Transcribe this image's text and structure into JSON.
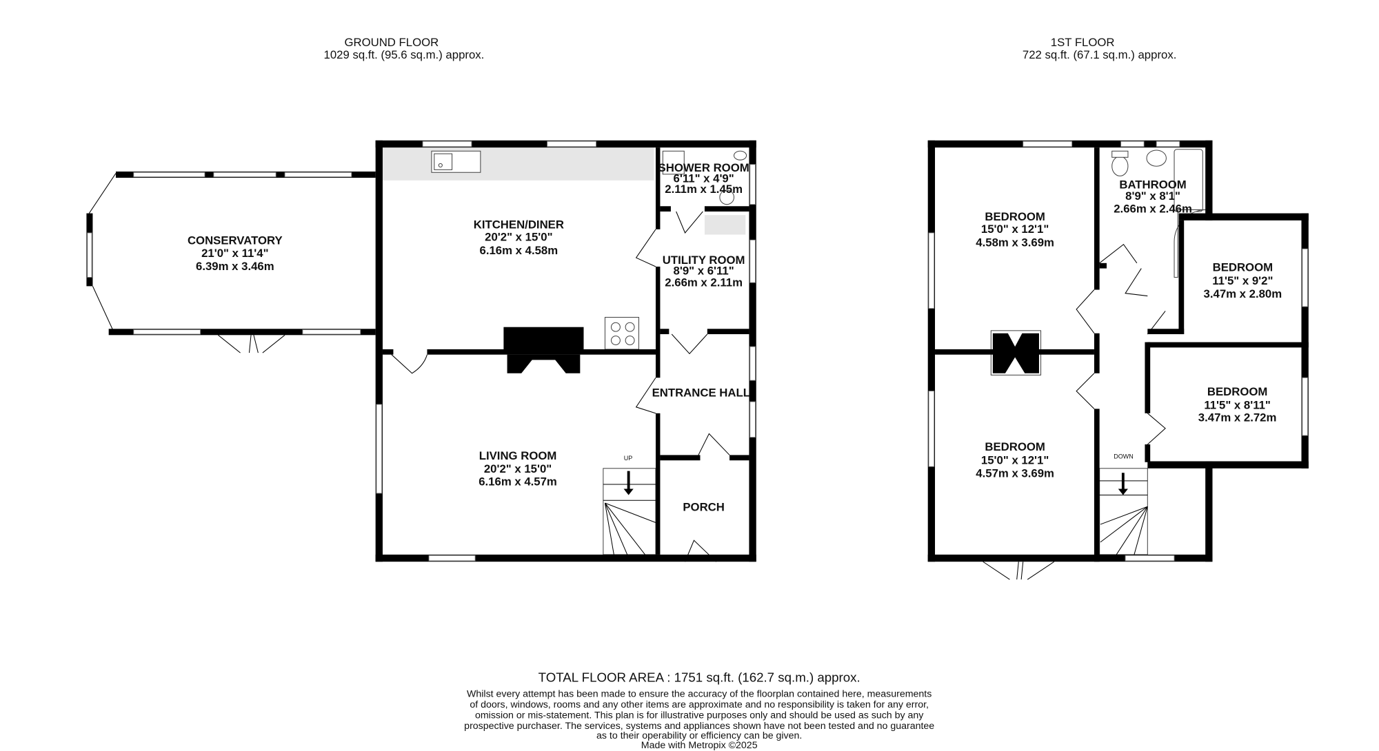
{
  "ground_floor": {
    "title": "GROUND FLOOR",
    "area": "1029 sq.ft. (95.6 sq.m.) approx.",
    "stairs_label": "UP",
    "rooms": [
      {
        "name": "CONSERVATORY",
        "imperial": "21'0\"  x 11'4\"",
        "metric": "6.39m  x 3.46m"
      },
      {
        "name": "KITCHEN/DINER",
        "imperial": "20'2\"  x 15'0\"",
        "metric": "6.16m  x 4.58m"
      },
      {
        "name": "SHOWER ROOM",
        "imperial": "6'11\"  x 4'9\"",
        "metric": "2.11m  x 1.45m"
      },
      {
        "name": "UTILITY ROOM",
        "imperial": "8'9\"  x 6'11\"",
        "metric": "2.66m  x 2.11m"
      },
      {
        "name": "ENTRANCE HALL"
      },
      {
        "name": "LIVING ROOM",
        "imperial": "20'2\"  x 15'0\"",
        "metric": "6.16m  x 4.57m"
      },
      {
        "name": "PORCH"
      }
    ]
  },
  "first_floor": {
    "title": "1ST FLOOR",
    "area": "722 sq.ft. (67.1 sq.m.) approx.",
    "stairs_label": "DOWN",
    "rooms": [
      {
        "name": "BEDROOM",
        "imperial": "15'0\"  x 12'1\"",
        "metric": "4.58m  x 3.69m"
      },
      {
        "name": "BATHROOM",
        "imperial": "8'9\"  x 8'1\"",
        "metric": "2.66m  x 2.46m"
      },
      {
        "name": "BEDROOM",
        "imperial": "11'5\"  x 9'2\"",
        "metric": "3.47m  x 2.80m"
      },
      {
        "name": "BEDROOM",
        "imperial": "11'5\"  x 8'11\"",
        "metric": "3.47m  x 2.72m"
      },
      {
        "name": "BEDROOM",
        "imperial": "15'0\"  x 12'1\"",
        "metric": "4.57m  x 3.69m"
      }
    ]
  },
  "footer": {
    "total": "TOTAL FLOOR AREA : 1751 sq.ft. (162.7 sq.m.) approx.",
    "disclaimer": [
      "Whilst every attempt has been made to ensure the accuracy of the floorplan contained here, measurements",
      "of doors, windows, rooms and any other items are approximate and no responsibility is taken for any error,",
      "omission or mis-statement. This plan is for illustrative purposes only and should be used as such by any",
      "prospective purchaser. The services, systems and appliances shown have not been tested and no guarantee",
      "as to their operability or efficiency can be given."
    ],
    "credit": "Made with Metropix ©2025"
  },
  "colors": {
    "wall": "#000000",
    "counter": "#e6e6e6",
    "background": "#ffffff"
  }
}
